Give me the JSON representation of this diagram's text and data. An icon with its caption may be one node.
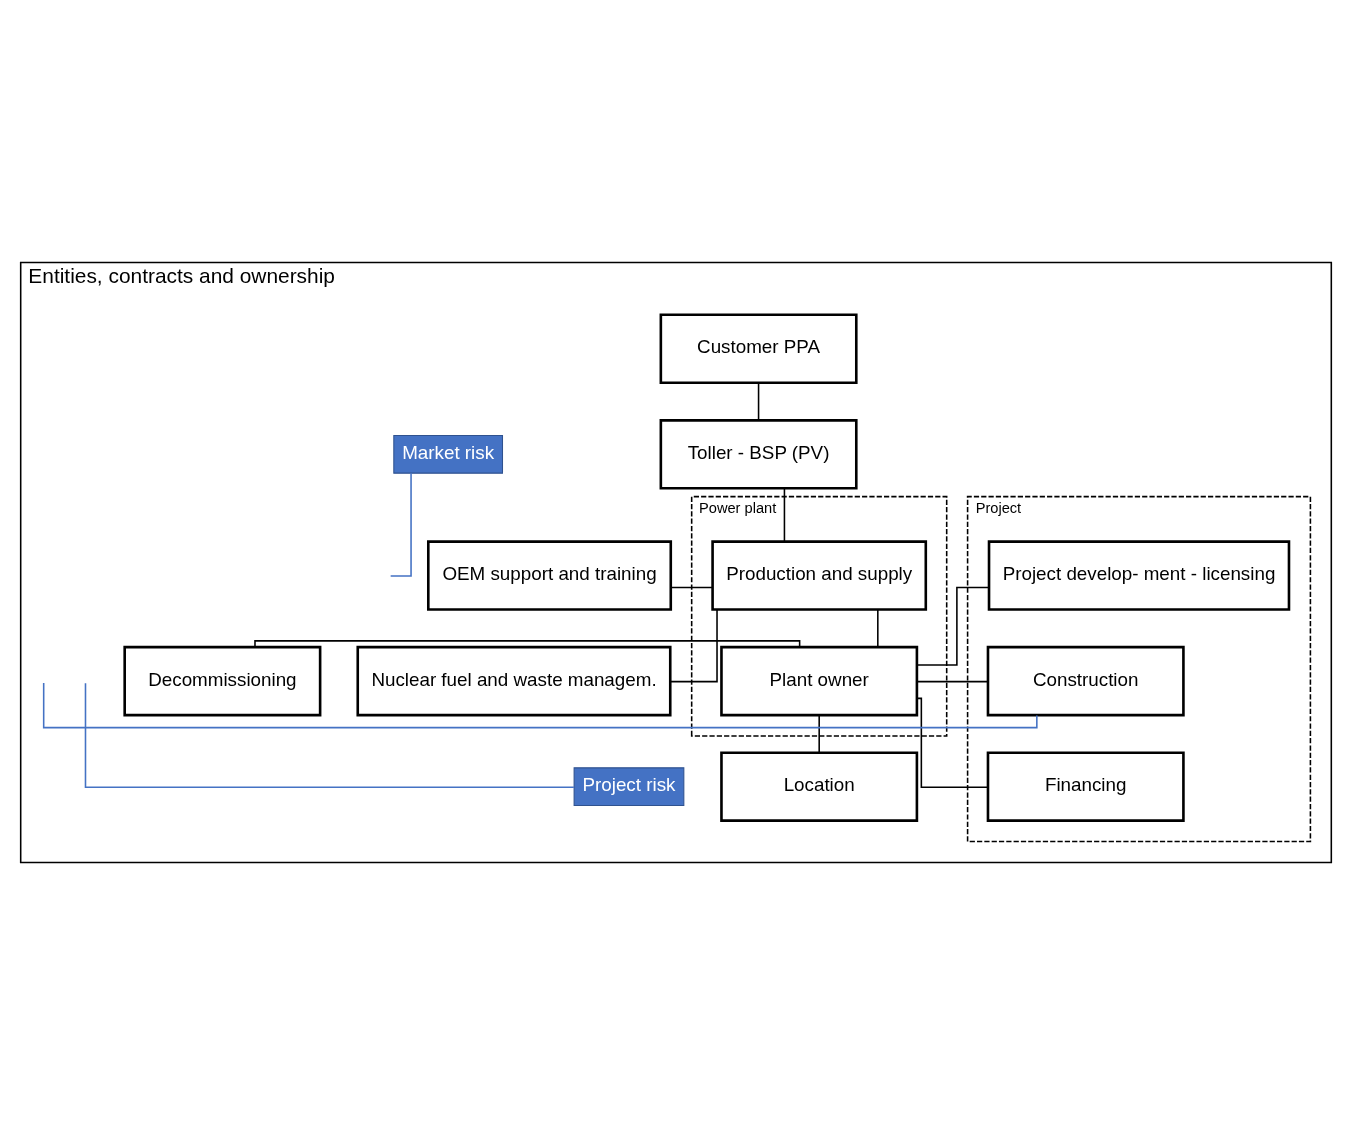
{
  "diagram": {
    "nodes": [
      {
        "text": [
          "Entities, contracts and ownership"
        ]
      },
      {
        "text": [
          "Customer PPA"
        ],
        "in": 0
      },
      {
        "text": [
          "Toller - BSP (PV)"
        ],
        "in": 0
      },
      {
        "text": [
          "Power plant"
        ],
        "in": 0
      },
      {
        "text": [
          "Production and supply"
        ],
        "in": 3
      },
      {
        "text": [
          "Plant owner"
        ],
        "in": 3
      },
      {
        "text": [
          "OEM support and training"
        ],
        "in": 0
      },
      {
        "text": [
          "Nuclear fuel and waste managem."
        ],
        "in": 0
      },
      {
        "text": [
          "Decommissioning"
        ],
        "in": 0
      },
      {
        "text": [
          "Project"
        ],
        "in": 0
      },
      {
        "text": [
          "Project develop- ment - licensing"
        ],
        "in": 9
      },
      {
        "text": [
          "Construction"
        ],
        "in": 9
      },
      {
        "text": [
          "Financing"
        ],
        "in": 9
      },
      {
        "text": [
          "Location"
        ],
        "in": 0
      },
      {
        "text": [
          "Market risk"
        ],
        "in": 0
      },
      {
        "text": [
          "Project risk"
        ],
        "in": 0
      }
    ],
    "edges": [
      {
        "from": 1,
        "to": 2,
        "arrow": "none"
      },
      {
        "from": 2,
        "to": 4,
        "arrow": "none"
      },
      {
        "from": 4,
        "to": 6,
        "arrow": "none"
      },
      {
        "from": 4,
        "to": 7,
        "arrow": "none"
      },
      {
        "from": 4,
        "to": 5,
        "arrow": "none"
      },
      {
        "from": 10,
        "to": 5,
        "arrow": "none"
      },
      {
        "from": 11,
        "to": 5,
        "arrow": "none"
      },
      {
        "from": 12,
        "to": 5,
        "arrow": "none"
      },
      {
        "from": 5,
        "to": 8,
        "arrow": "none"
      },
      {
        "from": 5,
        "to": 13,
        "arrow": "none"
      },
      {
        "from": 14,
        "to": null,
        "arrow": "none",
        "color": "#4472c4"
      },
      {
        "from": 15,
        "to": null,
        "arrow": "none",
        "color": "#4472c4"
      },
      {
        "from": null,
        "to": 11,
        "arrow": "none",
        "color": "#4472c4"
      }
    ]
  }
}
